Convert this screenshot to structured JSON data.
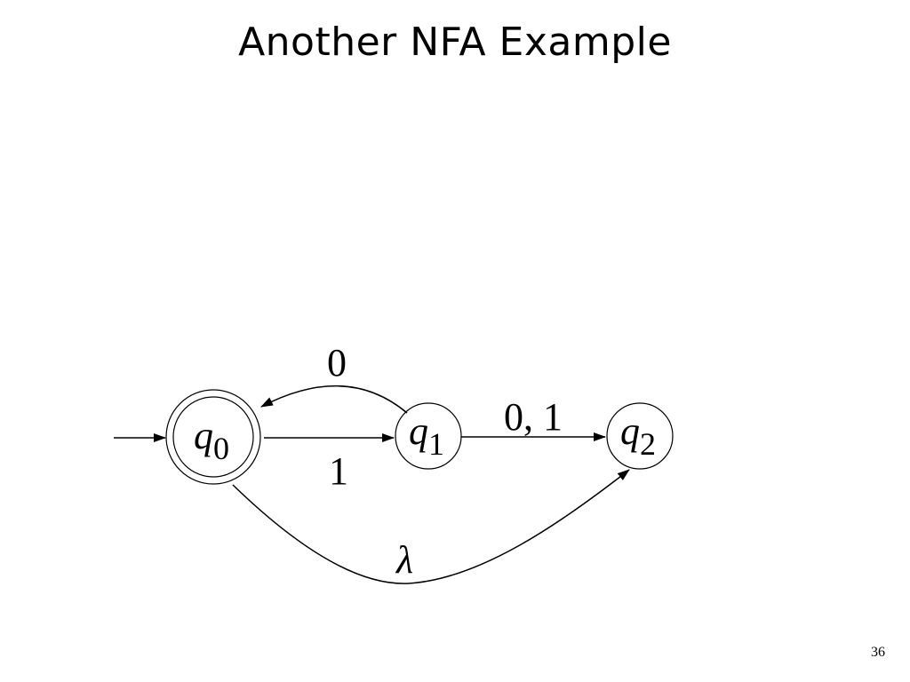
{
  "slide": {
    "title": "Another NFA Example",
    "page_number": "36"
  },
  "automaton": {
    "states": [
      {
        "id": "q0",
        "label": "q",
        "subscript": "0",
        "initial": true,
        "accepting": true
      },
      {
        "id": "q1",
        "label": "q",
        "subscript": "1",
        "initial": false,
        "accepting": false
      },
      {
        "id": "q2",
        "label": "q",
        "subscript": "2",
        "initial": false,
        "accepting": false
      }
    ],
    "transitions": [
      {
        "from": "q0",
        "to": "q1",
        "label": "1"
      },
      {
        "from": "q1",
        "to": "q0",
        "label": "0"
      },
      {
        "from": "q1",
        "to": "q2",
        "label": "0, 1"
      },
      {
        "from": "q0",
        "to": "q2",
        "label": "λ"
      }
    ]
  }
}
